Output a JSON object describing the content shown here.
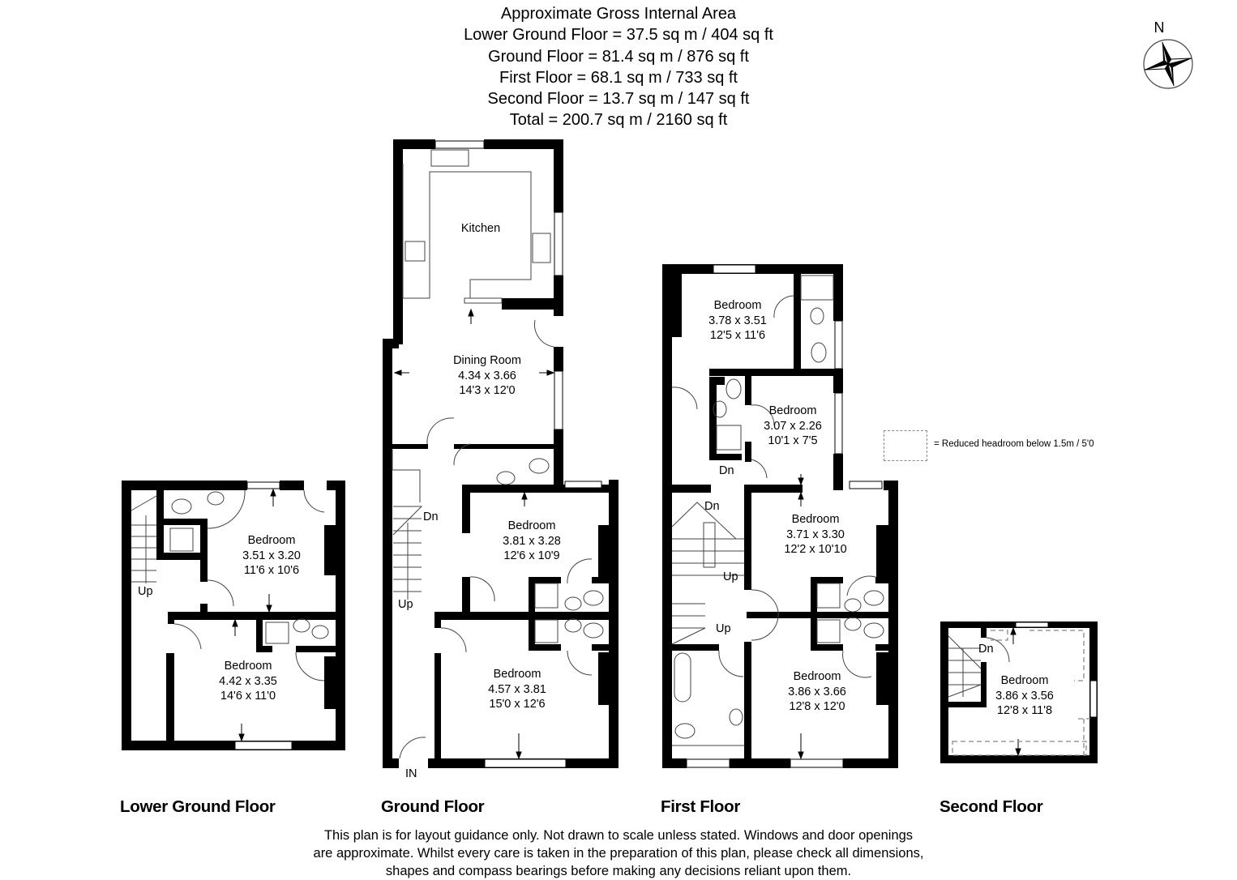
{
  "header": {
    "title": "Approximate Gross Internal Area",
    "lines": [
      "Lower Ground Floor = 37.5 sq m / 404 sq ft",
      "Ground Floor = 81.4 sq m / 876 sq ft",
      "First Floor = 68.1 sq m / 733 sq ft",
      "Second Floor = 13.7 sq m / 147 sq ft",
      "Total = 200.7 sq m / 2160 sq ft"
    ]
  },
  "compass": {
    "label": "N",
    "icon": "compass-rose-icon"
  },
  "legend": {
    "icon": "dashed-box-icon",
    "text": "= Reduced headroom below 1.5m / 5'0"
  },
  "floors": {
    "lower_ground": {
      "label": "Lower Ground Floor",
      "rooms": [
        {
          "name": "Bedroom",
          "metric": "3.51 x 3.20",
          "imperial": "11'6 x 10'6"
        },
        {
          "name": "Bedroom",
          "metric": "4.42 x 3.35",
          "imperial": "14'6 x 11'0"
        }
      ],
      "stair_labels": [
        "Up"
      ]
    },
    "ground": {
      "label": "Ground Floor",
      "rooms": [
        {
          "name": "Kitchen"
        },
        {
          "name": "Dining Room",
          "metric": "4.34 x 3.66",
          "imperial": "14'3 x 12'0"
        },
        {
          "name": "Bedroom",
          "metric": "3.81 x 3.28",
          "imperial": "12'6 x 10'9"
        },
        {
          "name": "Bedroom",
          "metric": "4.57 x 3.81",
          "imperial": "15'0 x 12'6"
        }
      ],
      "stair_labels": [
        "Dn",
        "Up"
      ],
      "entrance": "IN"
    },
    "first": {
      "label": "First Floor",
      "rooms": [
        {
          "name": "Bedroom",
          "metric": "3.78 x 3.51",
          "imperial": "12'5 x 11'6"
        },
        {
          "name": "Bedroom",
          "metric": "3.07 x 2.26",
          "imperial": "10'1 x 7'5"
        },
        {
          "name": "Bedroom",
          "metric": "3.71 x 3.30",
          "imperial": "12'2 x 10'10"
        },
        {
          "name": "Bedroom",
          "metric": "3.86 x 3.66",
          "imperial": "12'8 x 12'0"
        }
      ],
      "stair_labels": [
        "Dn",
        "Dn",
        "Up",
        "Up"
      ]
    },
    "second": {
      "label": "Second Floor",
      "rooms": [
        {
          "name": "Bedroom",
          "metric": "3.86 x 3.56",
          "imperial": "12'8 x 11'8"
        }
      ],
      "stair_labels": [
        "Dn"
      ]
    }
  },
  "disclaimer": [
    "This plan is for layout guidance only. Not drawn to scale unless stated. Windows and door openings",
    "are approximate. Whilst every care is taken in the preparation of this plan, please check all dimensions,",
    "shapes and compass bearings before making any decisions reliant upon them."
  ],
  "colors": {
    "wall": "#000000",
    "background": "#ffffff",
    "fixture_line": "#555555",
    "dashed": "#888888"
  }
}
